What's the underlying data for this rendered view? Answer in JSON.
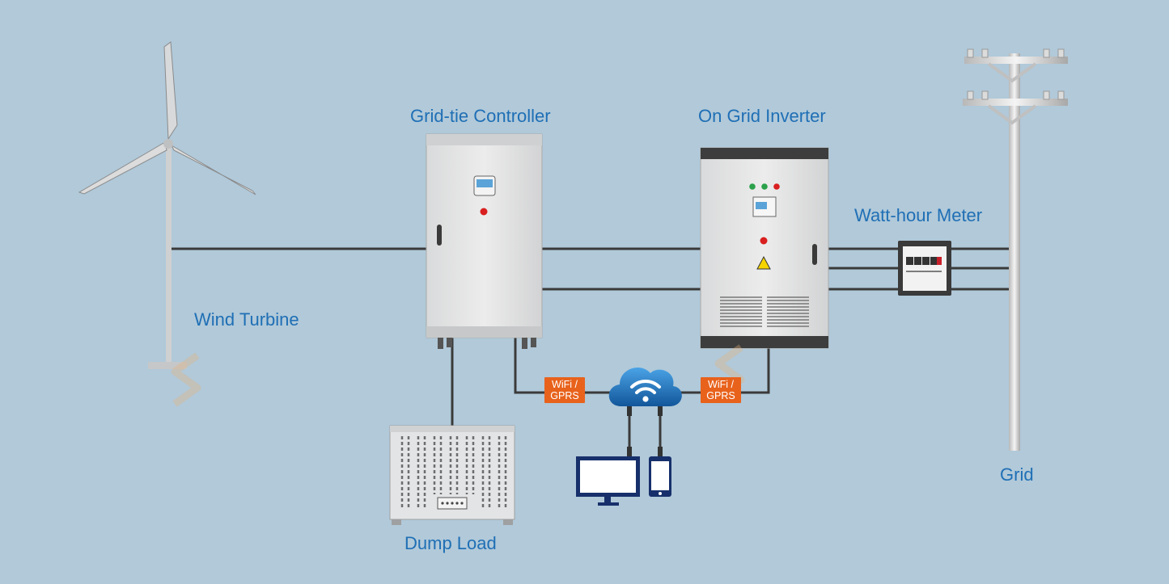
{
  "labels": {
    "grid_tie_controller": "Grid-tie Controller",
    "on_grid_inverter": "On Grid Inverter",
    "watt_hour_meter": "Watt-hour Meter",
    "wind_turbine": "Wind Turbine",
    "dump_load": "Dump Load",
    "grid": "Grid"
  },
  "wifi_tags": {
    "left": "WiFi / GPRS",
    "right": "WiFi / GPRS"
  },
  "icons": [
    "wind-turbine-icon",
    "controller-cabinet",
    "inverter-cabinet",
    "watt-hour-meter-icon",
    "utility-pole-icon",
    "dump-load-icon",
    "wifi-cloud-icon",
    "monitor-icon",
    "phone-icon"
  ],
  "colors": {
    "background": "#b1c9d9",
    "label": "#1f6fb5",
    "tag": "#e8621c",
    "wire": "#3a3a3a",
    "cloud": "#1b6fb8"
  }
}
